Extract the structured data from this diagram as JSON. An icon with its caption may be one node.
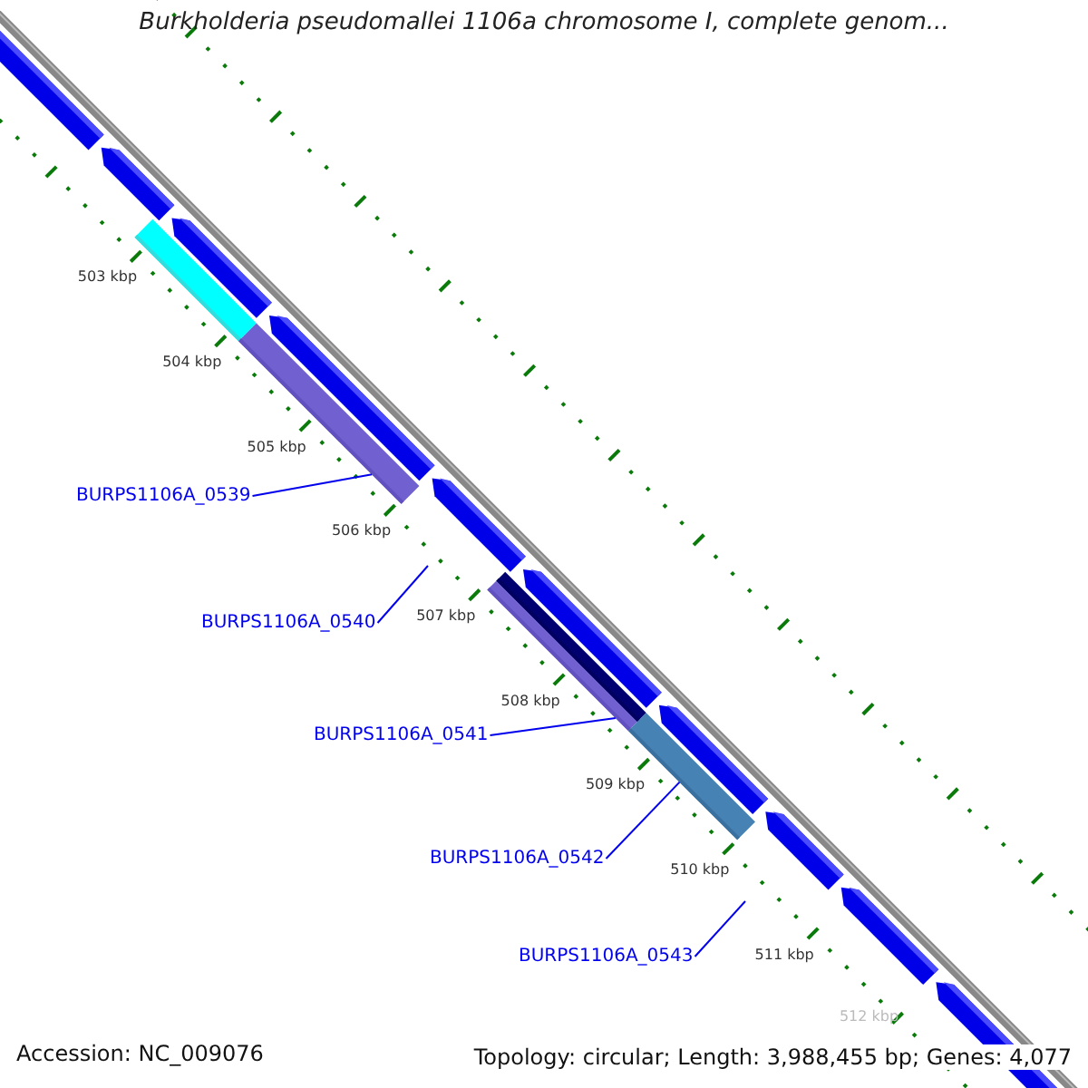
{
  "diagram": {
    "title": "Burkholderia pseudomallei 1106a chromosome I, complete genom...",
    "nodes": [
      {
        "text": [
          "BURPS1106A_0539"
        ]
      },
      {
        "text": [
          "BURPS1106A_0540"
        ]
      },
      {
        "text": [
          "BURPS1106A_0541"
        ]
      },
      {
        "text": [
          "BURPS1106A_0542"
        ]
      },
      {
        "text": [
          "BURPS1106A_0543"
        ]
      },
      {
        "text": [],
        "shape": "bar"
      },
      {
        "text": [],
        "shape": "bar"
      },
      {
        "text": [],
        "shape": "bar"
      },
      {
        "text": [],
        "shape": "bar"
      },
      {
        "text": [],
        "shape": "bar"
      }
    ],
    "edges": [
      {
        "from": 0,
        "to": 6,
        "arrow": "none"
      },
      {
        "from": 1,
        "to": null,
        "arrow": "none"
      },
      {
        "from": 2,
        "to": 8,
        "arrow": "none"
      },
      {
        "from": 3,
        "to": 9,
        "arrow": "none"
      },
      {
        "from": 4,
        "to": null,
        "arrow": "none"
      }
    ],
    "labels": [
      "503 kbp",
      "504 kbp",
      "505 kbp",
      "506 kbp",
      "507 kbp",
      "508 kbp",
      "509 kbp",
      "510 kbp",
      "511 kbp",
      "512 kbp",
      "Accession: NC_009076",
      "Topology: circular; Length: 3,988,455 bp; Genes: 4,077"
    ]
  }
}
